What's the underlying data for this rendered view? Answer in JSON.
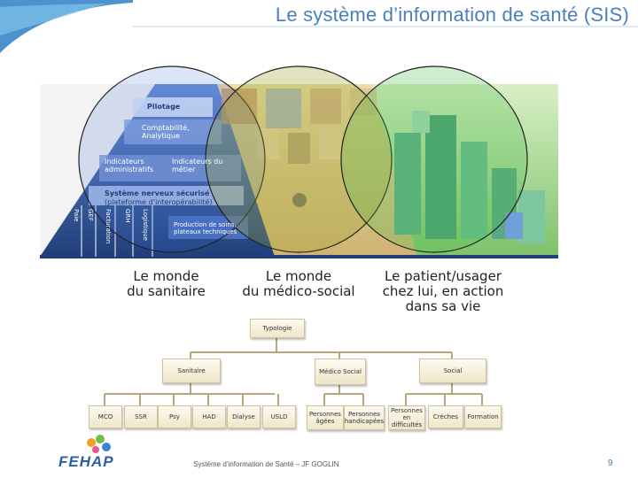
{
  "slide": {
    "title": "Le système d’information de santé (SIS)",
    "footer": "Système d’information de Santé – JF GOGLIN",
    "page_number": "9",
    "logo_text": "FEHAP"
  },
  "pyramid": {
    "pilotage": "Pilotage",
    "comptabilite": "Comptabilité, Analytique",
    "indicateurs_admin": "Indicateurs administratifs",
    "indicateurs_metier": "Indicateurs du métier",
    "systeme_nerveux": "Système nerveux sécurisé",
    "plateforme": "(plateforme d’interopérabilité)",
    "production": "Production de soins, plateaux techniques",
    "vertical_labels": [
      "Paie",
      "GEF",
      "Facturation",
      "GRH",
      "Logistique"
    ]
  },
  "captions": {
    "sanitaire": [
      "Le monde",
      "du sanitaire"
    ],
    "medico_social": [
      "Le monde",
      "du médico-social"
    ],
    "patient": [
      "Le patient/usager",
      "chez lui, en action",
      "dans sa vie"
    ]
  },
  "org_chart": {
    "root": "Typologie",
    "level1": [
      "Sanitaire",
      "Médico Social",
      "Social"
    ],
    "leaves": [
      "MCO",
      "SSR",
      "Psy",
      "HAD",
      "Dialyse",
      "USLD",
      "Personnes âgées",
      "Personnes handicapées",
      "Personnes en difficultés",
      "Crèches",
      "Formation"
    ]
  },
  "colors": {
    "title": "#4a7fbf",
    "circle_blue": "#3f6fd0",
    "circle_olive": "#8a9a2a",
    "circle_green": "#4bbf4b",
    "pyramid_dark": "#1f3f7a"
  }
}
